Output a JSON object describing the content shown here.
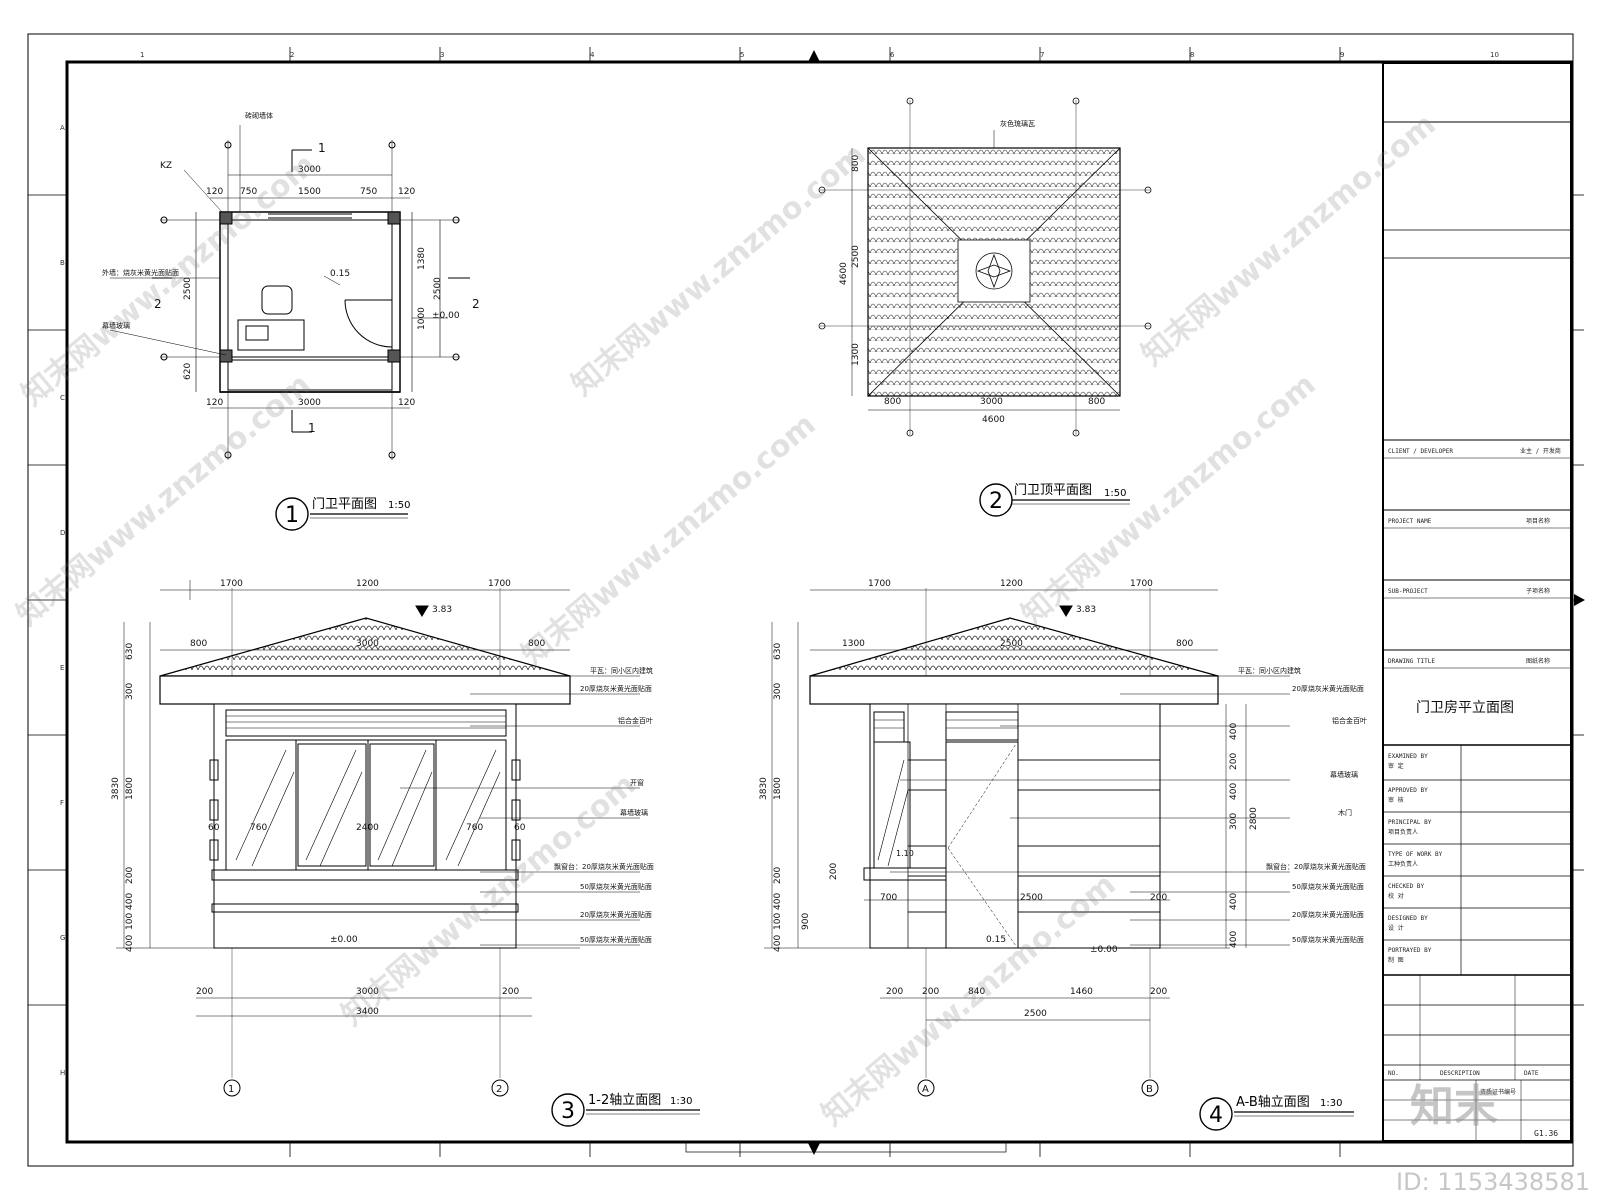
{
  "sheet": {
    "grid_cols_top": [
      "1",
      "2",
      "3",
      "4",
      "5",
      "6",
      "7",
      "8",
      "9",
      "10"
    ],
    "grid_rows_left": [
      "A",
      "B",
      "C",
      "D",
      "E",
      "F",
      "G",
      "H"
    ]
  },
  "views": {
    "plan": {
      "number": "1",
      "title": "门卫平面图",
      "scale": "1:50"
    },
    "roof": {
      "number": "2",
      "title": "门卫顶平面图",
      "scale": "1:50"
    },
    "elev12": {
      "number": "3",
      "title": "1-2轴立面图",
      "scale": "1:30"
    },
    "elevAB": {
      "number": "4",
      "title": "A-B轴立面图",
      "scale": "1:30"
    }
  },
  "plan_labels": {
    "kz": "KZ",
    "wall_block": "砖砌墙体",
    "ext_wall": "外墙：烧灰米黄光面贴面",
    "curtain_glass": "幕墙玻璃",
    "level_015": "0.15",
    "level_000": "±0.00",
    "sec1": "1",
    "sec2": "2",
    "dims": {
      "d3000": "3000",
      "d120": "120",
      "d750": "750",
      "d1500": "1500",
      "d2500": "2500",
      "d1380": "1380",
      "d1000": "1000",
      "d620": "620"
    }
  },
  "roof_labels": {
    "tile": "灰色琉璃瓦",
    "d800": "800",
    "d2500": "2500",
    "d4600": "4600",
    "d1300": "1300",
    "d3000": "3000"
  },
  "elev12_labels": {
    "d1700": "1700",
    "d1200": "1200",
    "d800": "800",
    "d3000": "3000",
    "d3400": "3400",
    "d200": "200",
    "d760": "760",
    "d60": "60",
    "d2400": "2400",
    "d630": "630",
    "d300": "300",
    "d1800": "1800",
    "d400": "400",
    "d100": "100",
    "d3830": "3830",
    "lvl383": "3.83",
    "lvl000": "±0.00",
    "notes": [
      "平瓦：同小区内建筑",
      "20厚烧灰米黄光面贴面",
      "铝合金百叶",
      "开窗",
      "幕墙玻璃",
      "飘窗台：20厚烧灰米黄光面贴面",
      "50厚烧灰米黄光面贴面",
      "20厚烧灰米黄光面贴面",
      "50厚烧灰米黄光面贴面"
    ]
  },
  "elevAB_labels": {
    "d1700": "1700",
    "d1200": "1200",
    "d1300": "1300",
    "d2500": "2500",
    "d800": "800",
    "d700": "700",
    "d200": "200",
    "d840": "840",
    "d1460": "1460",
    "d630": "630",
    "d300": "300",
    "d1800": "1800",
    "d400": "400",
    "d900": "900",
    "d3830": "3830",
    "d2800": "2800",
    "d110": "1.10",
    "lvl015": "0.15",
    "lvl383": "3.83",
    "lvl000": "±0.00",
    "notes": [
      "平瓦：同小区内建筑",
      "20厚烧灰米黄光面贴面",
      "铝合金百叶",
      "幕墙玻璃",
      "木门",
      "飘窗台：20厚烧灰米黄光面贴面",
      "50厚烧灰米黄光面贴面",
      "20厚烧灰米黄光面贴面",
      "50厚烧灰米黄光面贴面"
    ]
  },
  "axes": {
    "a1": "1",
    "a2": "2",
    "aA": "A",
    "aB": "B"
  },
  "title_block": {
    "client_label": "CLIENT / DEVELOPER",
    "client_value": "业主 / 开发商",
    "project_label": "PROJECT NAME",
    "project_value": "项目名称",
    "subproject_label": "SUB-PROJECT",
    "subproject_value": "子项名称",
    "drawing_label": "DRAWING TITLE",
    "drawing_value": "图纸名称",
    "drawing_title": "门卫房平立面图",
    "approvals": [
      {
        "en": "EXAMINED BY",
        "zh": "审 定"
      },
      {
        "en": "APPROVED BY",
        "zh": "审 核"
      },
      {
        "en": "PRINCIPAL BY",
        "zh": "项目负责人"
      },
      {
        "en": "TYPE OF WORK BY",
        "zh": "工种负责人"
      },
      {
        "en": "CHECKED BY",
        "zh": "校 对"
      },
      {
        "en": "DESIGNED BY",
        "zh": "设 计"
      },
      {
        "en": "PORTRAYED BY",
        "zh": "制 图"
      }
    ],
    "rev_no": "NO.",
    "rev_desc": "DESCRIPTION",
    "rev_date": "DATE",
    "cert": "资质证书编号",
    "sheet_no": "G1.36"
  },
  "watermarks": [
    "知末网www.znzmo.com"
  ],
  "overlay": {
    "brand": "知末",
    "id": "ID: 1153438581"
  }
}
